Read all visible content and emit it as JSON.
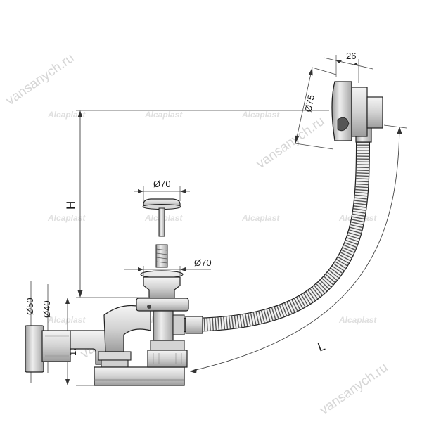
{
  "dimensions": {
    "d75": "Ø75",
    "w26": "26",
    "d70_cap": "Ø70",
    "d70_body": "Ø70",
    "d50": "Ø50",
    "d40": "Ø40",
    "h120": "120",
    "height": "H",
    "length": "L"
  },
  "watermarks": {
    "site": "vansanych.ru",
    "brand": "Alcaplast"
  },
  "colors": {
    "line": "#222222",
    "dim_line": "#444444",
    "part_fill": "#e4e4e4",
    "part_dark": "#b9b9b9",
    "watermark": "#c8c8c8"
  }
}
